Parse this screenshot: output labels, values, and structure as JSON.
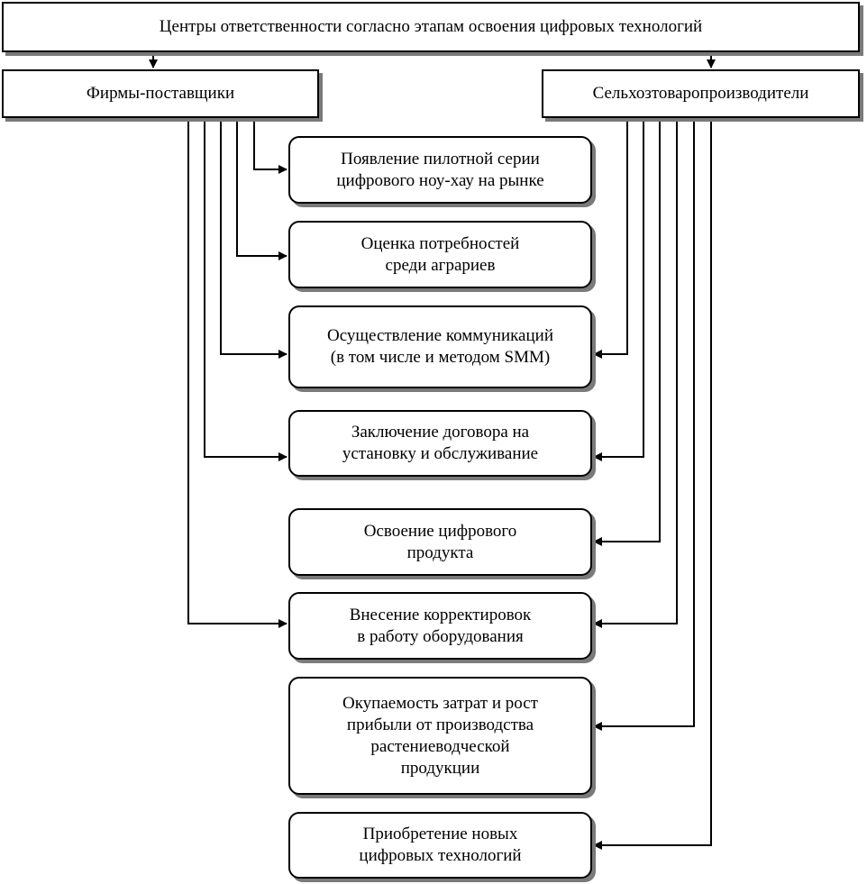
{
  "diagram": {
    "title": "Центры ответственности согласно этапам освоения цифровых технологий",
    "left_center": "Фирмы-поставщики",
    "right_center": "Сельхозтоваропроизводители",
    "stages": [
      "Появление пилотной серии\nцифрового ноу-хау на рынке",
      "Оценка потребностей\nсреди аграриев",
      "Осуществление коммуникаций\n(в том числе и методом  SMM)",
      "Заключение договора на\nустановку и обслуживание",
      "Освоение цифрового\nпродукта",
      "Внесение корректировок\nв работу оборудования",
      "Окупаемость затрат и рост\nприбыли от производства\nрастениеводческой\nпродукции",
      "Приобретение новых\nцифровых технологий"
    ]
  },
  "colors": {
    "line": "#000000",
    "shadow": "#7a7a7a",
    "background": "#ffffff"
  }
}
